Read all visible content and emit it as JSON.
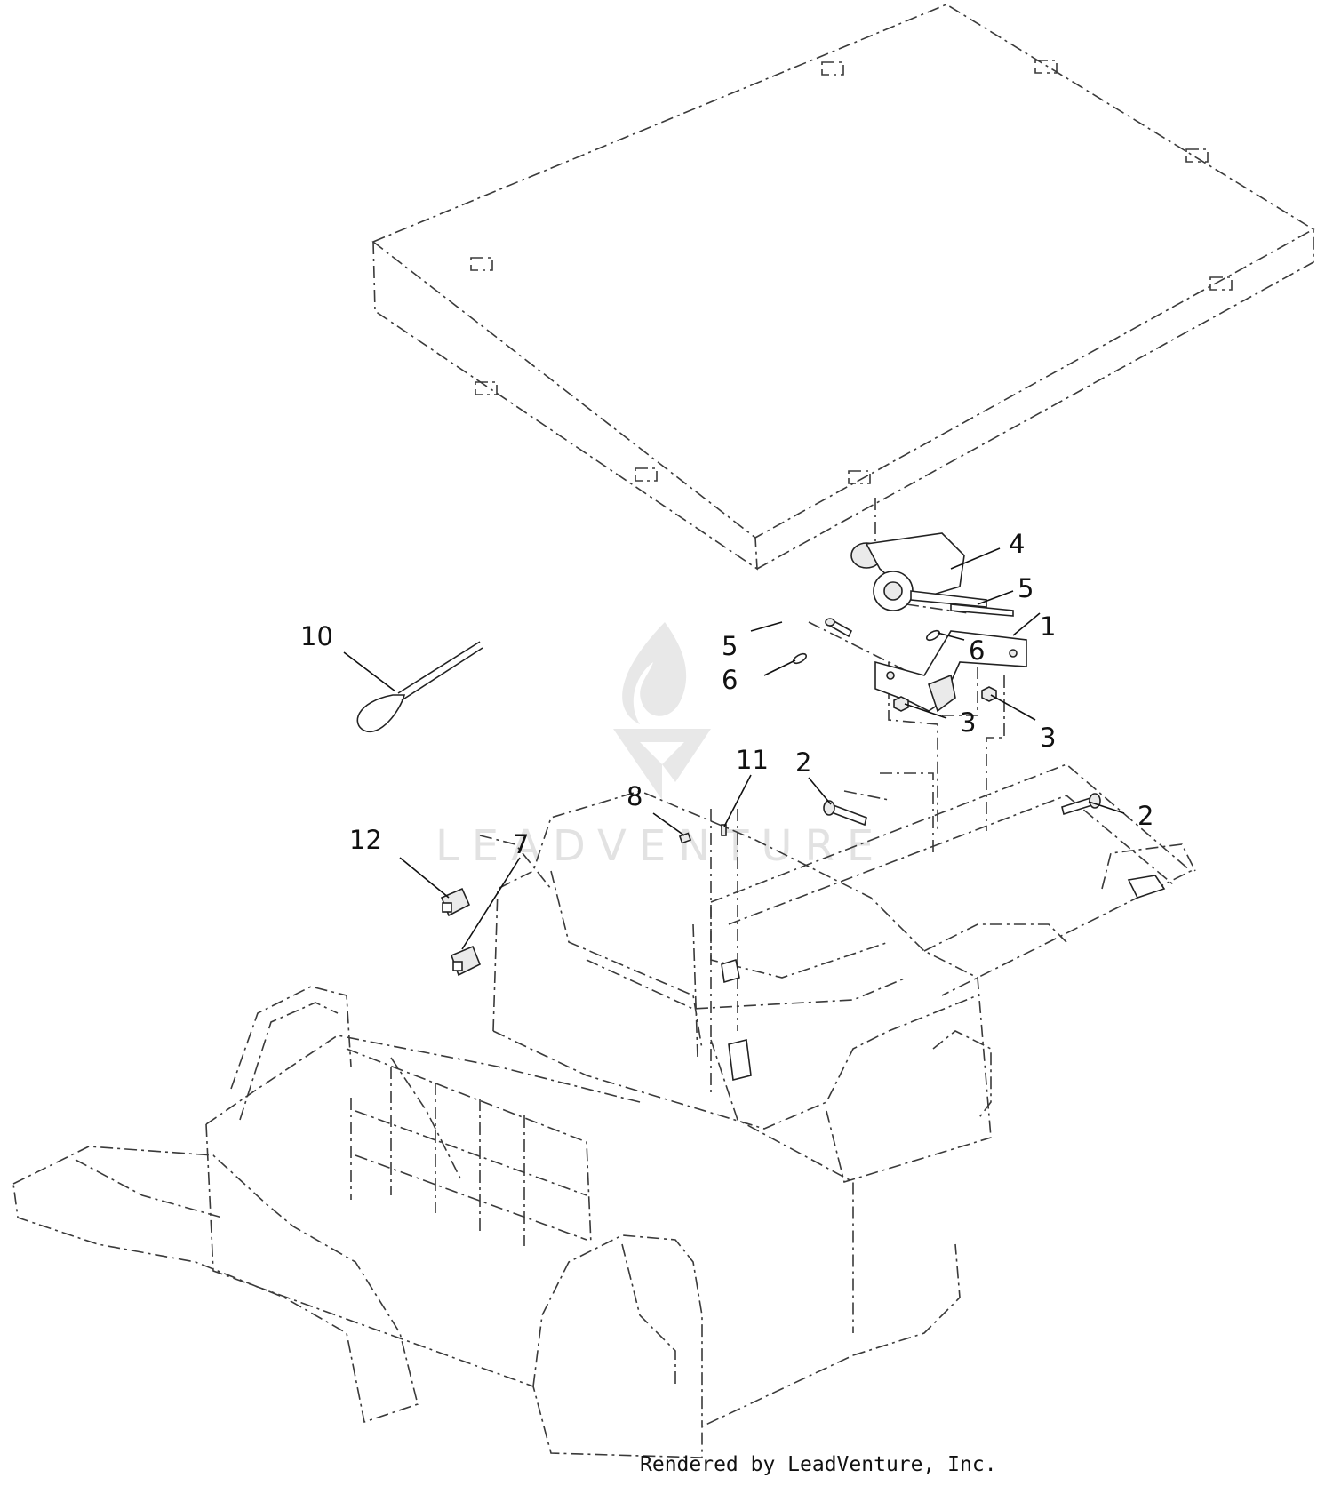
{
  "callouts": [
    {
      "text": "1",
      "part": "bracket"
    },
    {
      "text": "2",
      "part": "bolt-left"
    },
    {
      "text": "2",
      "part": "bolt-right"
    },
    {
      "text": "3",
      "part": "nut-left"
    },
    {
      "text": "3",
      "part": "nut-right"
    },
    {
      "text": "4",
      "part": "actuator"
    },
    {
      "text": "5",
      "part": "pin-right"
    },
    {
      "text": "5",
      "part": "pin-left"
    },
    {
      "text": "6",
      "part": "cotter-right"
    },
    {
      "text": "6",
      "part": "cotter-left"
    },
    {
      "text": "7",
      "part": "switch"
    },
    {
      "text": "8",
      "part": "clip"
    },
    {
      "text": "10",
      "part": "cable-tie"
    },
    {
      "text": "11",
      "part": "screw"
    },
    {
      "text": "12",
      "part": "switch-upper"
    }
  ],
  "watermark": {
    "text": "LEADVENTURE"
  },
  "footer": {
    "credit": "Rendered by LeadVenture, Inc."
  },
  "colors": {
    "line": "#3a3a3a",
    "part": "#222222",
    "watermark": "#d0d0d0"
  }
}
